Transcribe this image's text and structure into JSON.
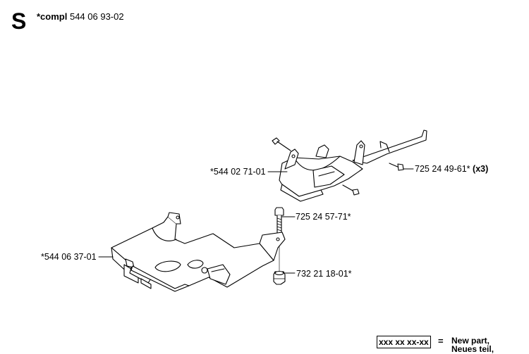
{
  "section": "S",
  "header": {
    "prefix": "*compl",
    "number": "544 06 93-02"
  },
  "parts": [
    {
      "number": "*544 02 71-01"
    },
    {
      "number": "725 24 49-61*",
      "qty": "(x3)"
    },
    {
      "number": "725 24 57-71*"
    },
    {
      "number": "*544 06 37-01"
    },
    {
      "number": "732 21 18-01*"
    }
  ],
  "legend": {
    "placeholder": "xxx xx xx-xx",
    "equals": "=",
    "lines": [
      "New part,",
      "Neues teil,"
    ]
  }
}
